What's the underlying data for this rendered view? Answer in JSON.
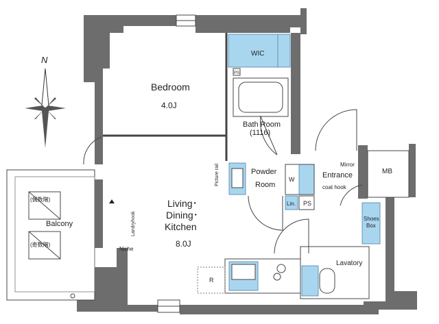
{
  "compass": {
    "north_label": "N"
  },
  "rooms": {
    "wic": "WIC",
    "ps_top": "PS",
    "bedroom": "Bedroom",
    "bedroom_size": "4.0J",
    "bath_line1": "Bath Room",
    "bath_line2": "(1116)",
    "powder_line1": "Powder",
    "powder_line2": "Room",
    "washer": "W",
    "linen": "Lin.",
    "ps": "PS",
    "entrance": "Entrance",
    "mirror": "Mirror",
    "coat_hook": "coat hook",
    "mb": "MB",
    "picture_rail": "Picture rail",
    "landry_hook": "Landryhook",
    "ldk_line1": "Living･",
    "ldk_line2": "Dining･",
    "ldk_line3": "Kitchen",
    "ldk_size": "8.0J",
    "niche": "Niche",
    "balcony": "Balcony",
    "outdoor_unit_1": "(偶数階)",
    "outdoor_unit_2": "(奇数階)",
    "shoes_line1": "Shoes",
    "shoes_line2": "Box",
    "lavatory": "Lavatory",
    "fridge": "R"
  },
  "colors": {
    "wall": "#6d6d6d",
    "fixture_blue": "#a9d6ef",
    "line": "#444444"
  }
}
